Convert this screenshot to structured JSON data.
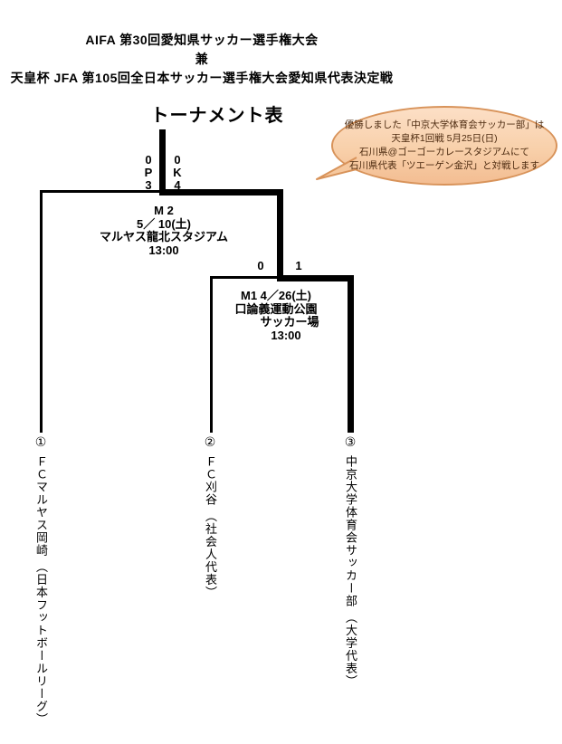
{
  "header": {
    "line1": "AIFA 第30回愛知県サッカー選手権大会",
    "line2": "兼",
    "line3": "天皇杯 JFA 第105回全日本サッカー選手権大会愛知県代表決定戦",
    "subtitle": "トーナメント表"
  },
  "bubble": {
    "lines": [
      "優勝しました「中京大学体育会サッカー部」は",
      "天皇杯1回戦 5月25日(日)",
      "石川県@ゴーゴーカレースタジアムにて",
      "石川県代表「ツエーゲン金沢」と対戦します"
    ],
    "fill_top": "#fcdfc6",
    "fill_bottom": "#f3bd92",
    "border_color": "#d8935a",
    "text_color": "#4d2b10"
  },
  "final_match": {
    "scores_left": [
      "0",
      "P",
      "3"
    ],
    "scores_right": [
      "0",
      "K",
      "4"
    ],
    "label_lines": [
      "M 2",
      "5／ 10(土)",
      "マルヤス龍北スタジアム",
      "13:00"
    ]
  },
  "semi_match": {
    "score_left": "0",
    "score_right": "1",
    "label_lines": [
      "M1 4／26(土)",
      "口論義運動公園",
      "サッカー場",
      "13:00"
    ]
  },
  "teams": [
    {
      "seed": "①",
      "name": "ＦＣマルヤス岡崎 （日本フットボールリーグ）"
    },
    {
      "seed": "②",
      "name": "ＦＣ刈谷 （社会人代表）"
    },
    {
      "seed": "③",
      "name": "中京大学体育会サッカー部 （大学代表）"
    }
  ],
  "line_color": "#000000"
}
